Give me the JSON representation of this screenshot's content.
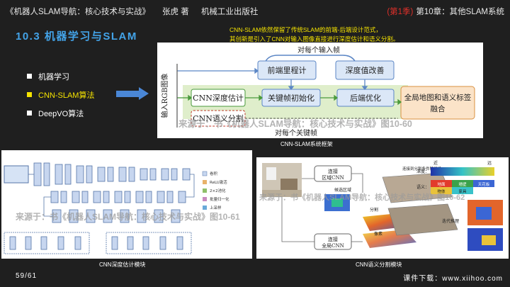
{
  "header": {
    "book": "《机器人SLAM导航：核心技术与实战》",
    "author": "张虎 著",
    "publisher": "机械工业出版社",
    "edition": "(第1季)",
    "chapter": "第10章：其他SLAM系统"
  },
  "section_title": "10.3 机器学习与SLAM",
  "note": {
    "line1": "CNN-SLAM依然保留了传统SLAM的前端-后端设计范式，",
    "line2": "其创新是引入了CNN对输入图像直接进行深度估计和语义分割。"
  },
  "bullets": [
    {
      "label": "机器学习",
      "active": false
    },
    {
      "label": "CNN-SLAM算法",
      "active": true
    },
    {
      "label": "DeepVO算法",
      "active": false
    }
  ],
  "accent": {
    "blue": "#43a3e8",
    "yellow": "#f5e300",
    "red": "#e0302a",
    "arrow": "#4a87d6"
  },
  "diagram": {
    "top_label": "对每个输入帧",
    "bottom_label": "对每个关键帧",
    "side_label": "输入RGB图像",
    "boxes": {
      "frontend": "前端里程计",
      "depth_refine": "深度值改善",
      "cnn_depth": "CNN深度估计",
      "keyframe_init": "关键帧初始化",
      "backend": "后端优化",
      "global_map": "全局地图和语义标签融合",
      "cnn_semantic": "CNN语义分割"
    },
    "watermark": "来源于：书《机器人SLAM导航：核心技术与实战》图10-60",
    "caption": "CNN-SLAM系统框架"
  },
  "fig_depth": {
    "caption": "CNN深度估计模块",
    "watermark": "来源于：书《机器人SLAM导航：核心技术与实战》图10-61",
    "legend": [
      "卷积",
      "ReLU激活",
      "2×2池化",
      "批量归一化",
      "上采样"
    ]
  },
  "fig_semantic": {
    "caption": "CNN语义分割模块",
    "watermark": "来源于：书《机器人SLAM导航：核心技术与实战》图10-62",
    "labels": {
      "region_cnn": "连接区域CNN",
      "global_cnn": "连接全局CNN",
      "candidate": "候选区域",
      "depth_label": "深度：",
      "semantic_label": "语义：",
      "near": "近",
      "far": "远",
      "classes": [
        "地面",
        "墙壁",
        "天花板",
        "物体",
        "家具"
      ],
      "split": "分割",
      "connect_split": "连接到分割条件随机场",
      "pixel": "像素",
      "iter": "迭代推理"
    }
  },
  "footer": {
    "page": "59/61",
    "download": "课件下载：www.xiihoo.com"
  }
}
